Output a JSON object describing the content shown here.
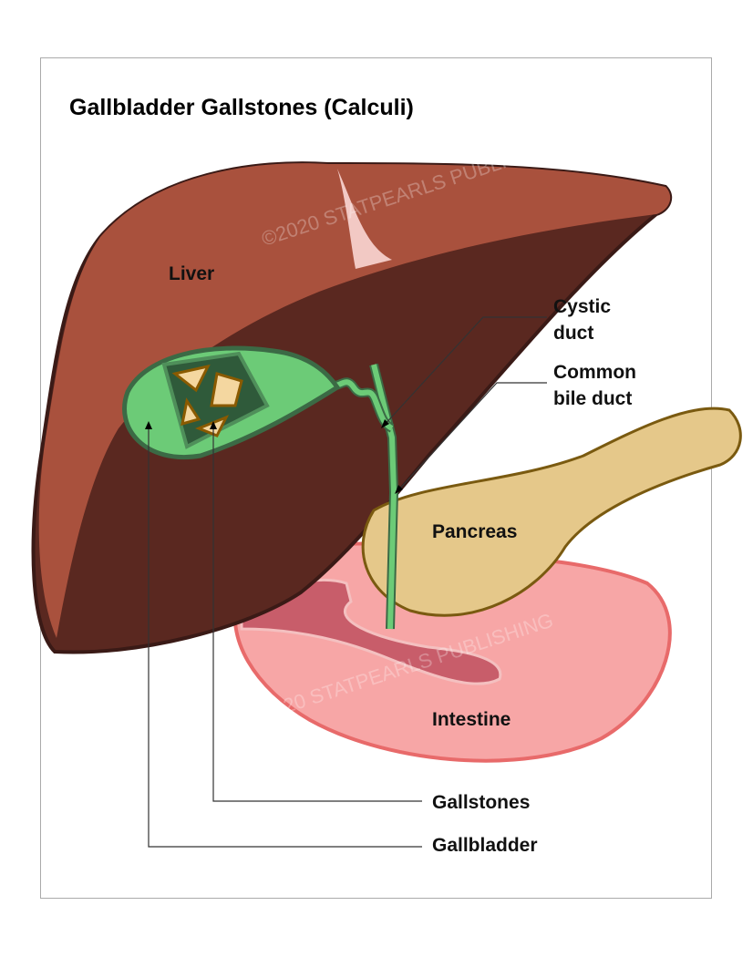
{
  "title": "Gallbladder Gallstones (Calculi)",
  "labels": {
    "liver": "Liver",
    "cystic_duct": "Cystic\nduct",
    "common_bile_duct": "Common\nbile duct",
    "pancreas": "Pancreas",
    "intestine": "Intestine",
    "gallstones": "Gallstones",
    "gallbladder": "Gallbladder"
  },
  "watermark": "©2020 STATPEARLS PUBLISHING",
  "colors": {
    "liver": "#a9513d",
    "liver_dark": "#5a2820",
    "gallbladder": "#6ccb77",
    "pancreas": "#e5c88a",
    "intestine": "#f7a6a6"
  }
}
